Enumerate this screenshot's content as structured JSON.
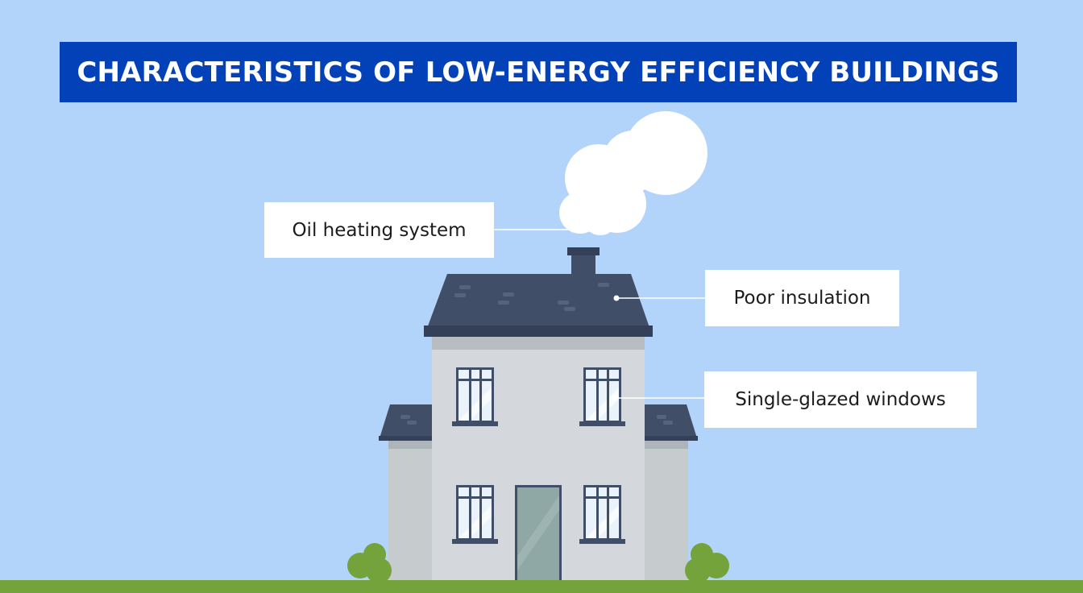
{
  "title": "CHARACTERISTICS OF LOW-ENERGY EFFICIENCY BUILDINGS",
  "labels": {
    "oil_heating": "Oil heating system",
    "poor_insulation": "Poor insulation",
    "single_glazed": "Single-glazed windows"
  },
  "colors": {
    "sky": "#b2d4fa",
    "banner": "#0341b8",
    "roof": "#414e67",
    "wall": "#d4d8dc",
    "grass": "#73a33a"
  }
}
